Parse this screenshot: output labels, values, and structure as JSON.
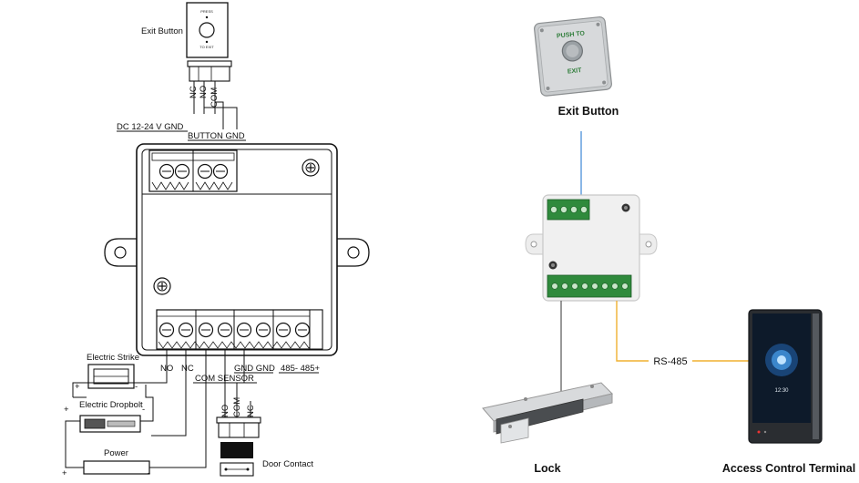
{
  "wiring": {
    "exit_button_label": "Exit Button",
    "exit_button_top_text": "PRESS",
    "exit_button_bottom_text": "TO EXIT",
    "pin_nc": "NC",
    "pin_no": "NO",
    "pin_com": "COM",
    "dc_label": "DC 12-24 V  GND",
    "button_gnd_label": "BUTTON GND",
    "bottom_no": "NO",
    "bottom_nc": "NC",
    "gnd_gnd": "GND GND",
    "rs485_pins": "485- 485+",
    "com_sensor": "COM SENSOR",
    "electric_strike": "Electric Strike",
    "electric_dropbolt": "Electric Dropbolt",
    "power": "Power",
    "door_contact": "Door Contact",
    "door_no": "NO",
    "door_com": "COM",
    "door_nc": "NC",
    "plus": "+",
    "minus": "-"
  },
  "overview": {
    "exit_button_title": "Exit Button",
    "push_to_text": "PUSH TO",
    "exit_text": "EXIT",
    "lock_title": "Lock",
    "terminal_title": "Access Control Terminal",
    "rs485_label": "RS-485",
    "terminal_time": "12:30"
  }
}
